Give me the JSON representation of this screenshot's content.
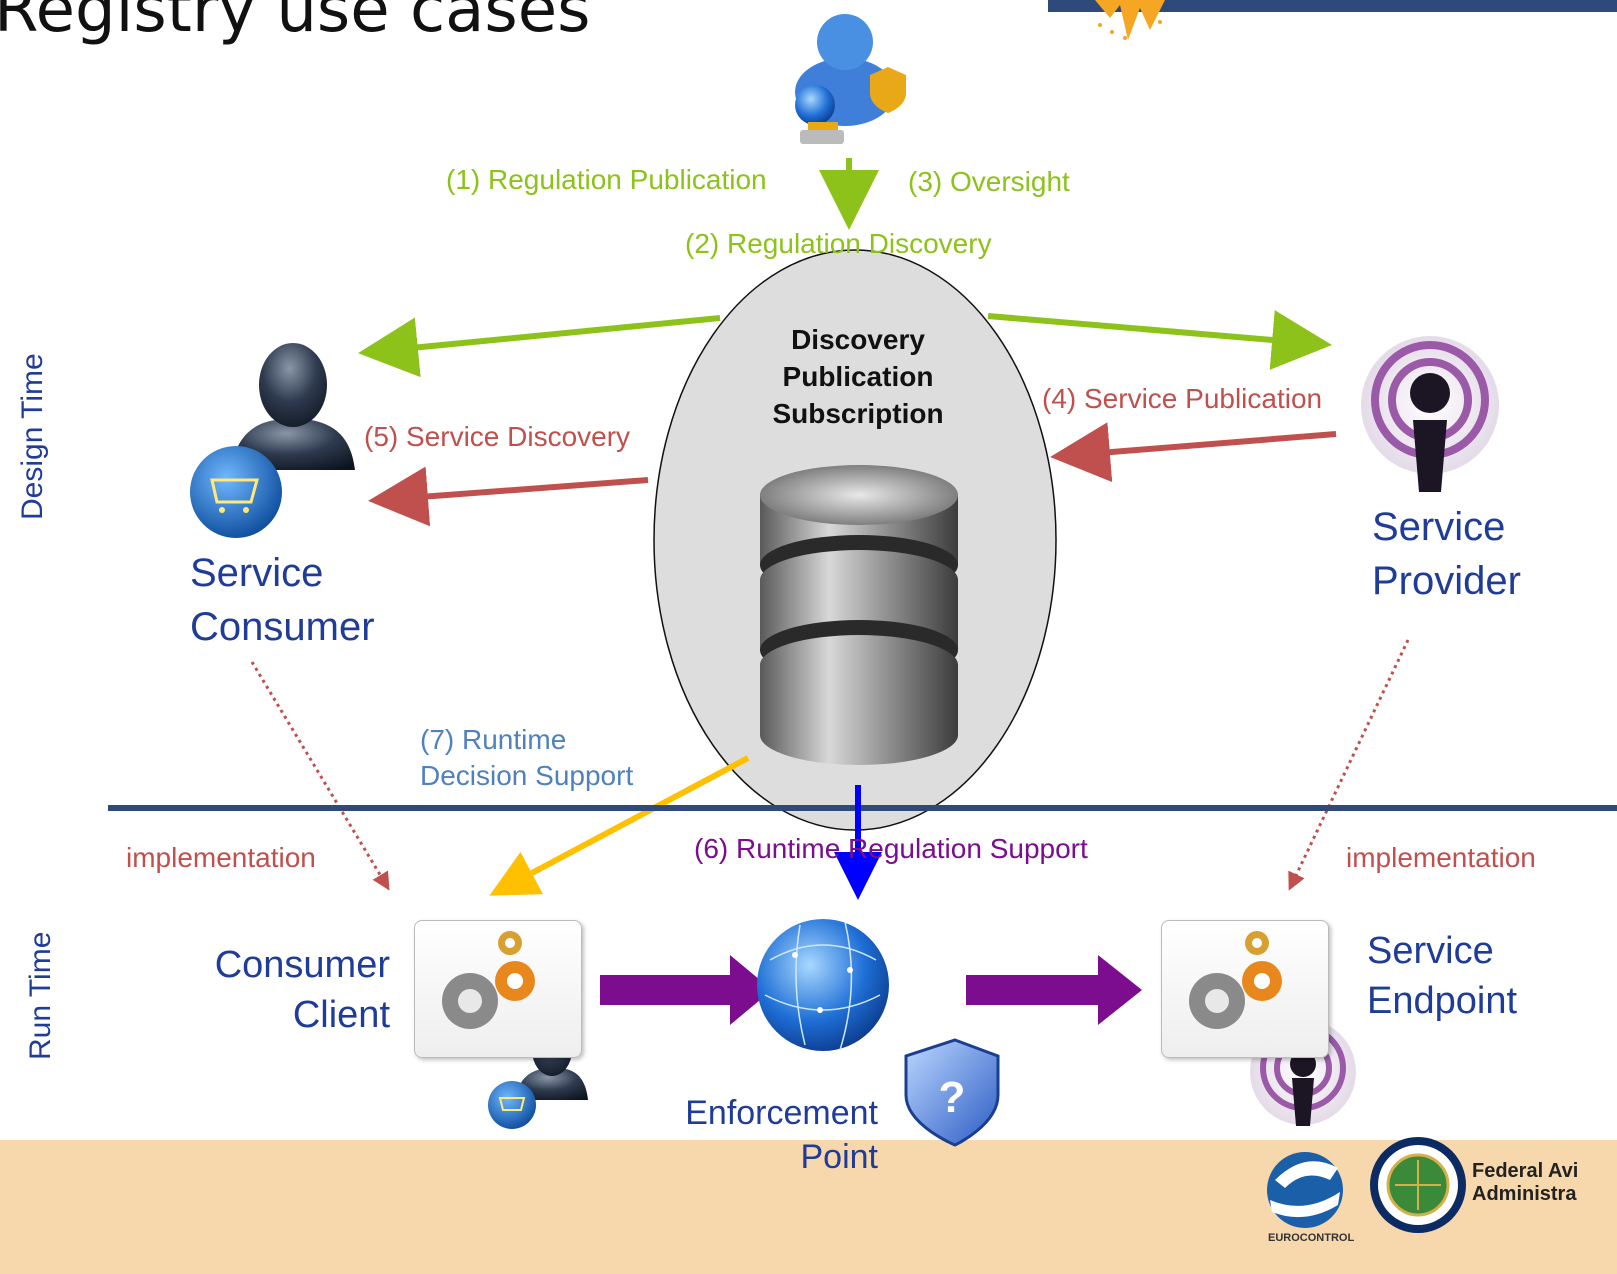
{
  "title": "Registry use cases",
  "side_labels": {
    "design_time": "Design Time",
    "run_time": "Run Time"
  },
  "registry": {
    "line1": "Discovery",
    "line2": "Publication",
    "line3": "Subscription"
  },
  "flows": {
    "regulation_publication": "(1) Regulation Publication",
    "regulation_discovery": "(2) Regulation Discovery",
    "oversight": "(3) Oversight",
    "service_publication": "(4) Service Publication",
    "service_discovery": "(5) Service Discovery",
    "runtime_regulation_support": "(6) Runtime Regulation Support",
    "runtime_decision_support_line1": "(7) Runtime",
    "runtime_decision_support_line2": "Decision Support",
    "implementation_left": "implementation",
    "implementation_right": "implementation"
  },
  "actors": {
    "consumer_line1": "Service",
    "consumer_line2": "Consumer",
    "provider_line1": "Service",
    "provider_line2": "Provider",
    "client_line1": "Consumer",
    "client_line2": "Client",
    "endpoint_line1": "Service",
    "endpoint_line2": "Endpoint",
    "enforcement_line1": "Enforcement",
    "enforcement_line2": "Point"
  },
  "logos": {
    "eurocontrol": "EUROCONTROL",
    "faa_line1": "Federal Avi",
    "faa_line2": "Administra"
  },
  "colors": {
    "green": "#8cc21a",
    "red": "#c0504d",
    "purple": "#7b0d8e",
    "blue": "#1f3c99",
    "yellow": "#ffc000",
    "arrow_blue": "#0000ff",
    "band": "#f7d7ac",
    "divider": "#2e4a7a"
  }
}
